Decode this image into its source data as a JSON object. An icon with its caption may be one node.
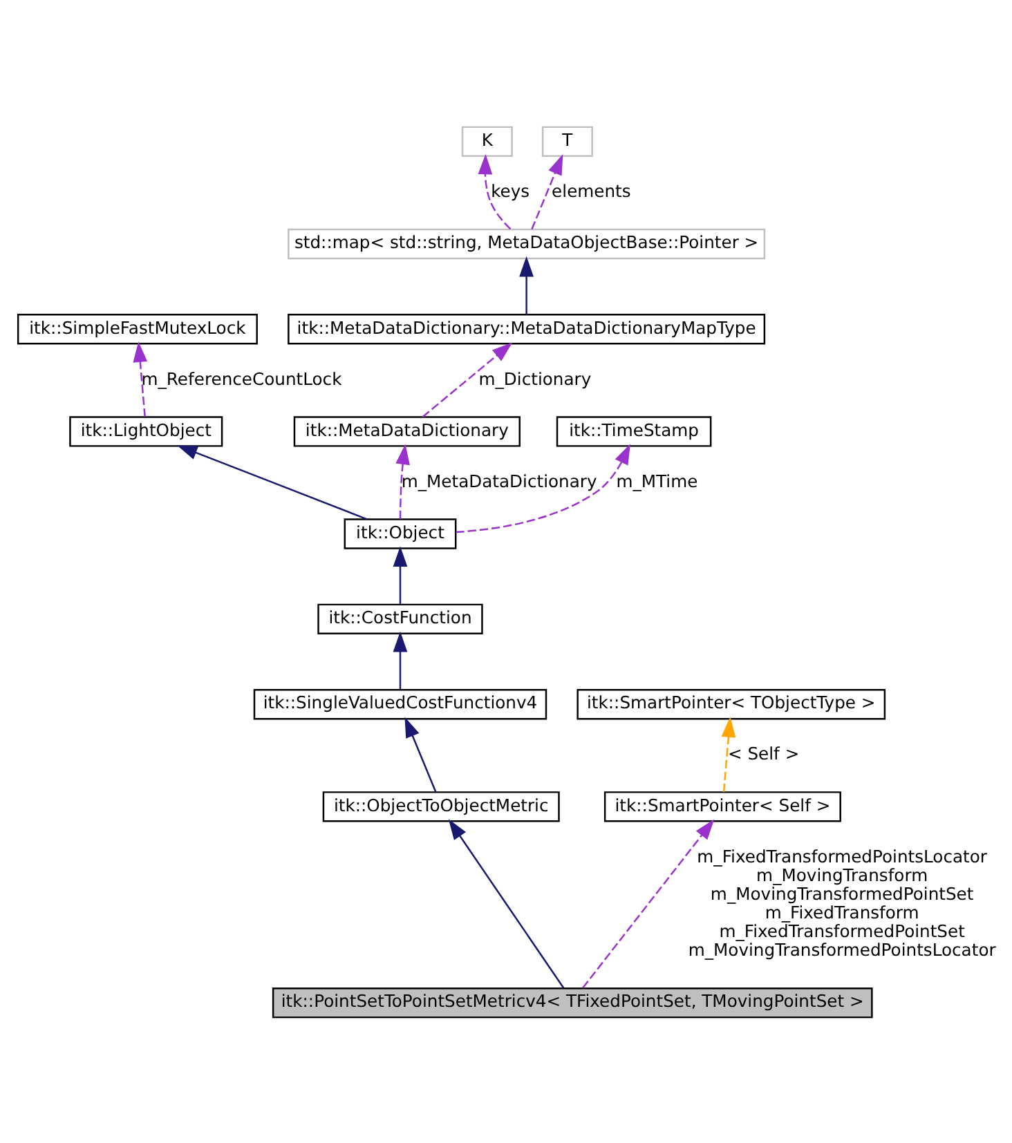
{
  "diagram": {
    "nodes": [
      {
        "text": [
          "K"
        ]
      },
      {
        "text": [
          "T"
        ]
      },
      {
        "text": [
          "std::map< std::string, MetaDataObjectBase::Pointer >"
        ]
      },
      {
        "text": [
          "itk::SimpleFastMutexLock"
        ]
      },
      {
        "text": [
          "itk::MetaDataDictionary::MetaDataDictionaryMapType"
        ]
      },
      {
        "text": [
          "itk::LightObject"
        ]
      },
      {
        "text": [
          "itk::MetaDataDictionary"
        ]
      },
      {
        "text": [
          "itk::TimeStamp"
        ]
      },
      {
        "text": [
          "itk::Object"
        ]
      },
      {
        "text": [
          "itk::CostFunction"
        ]
      },
      {
        "text": [
          "itk::SingleValuedCostFunctionv4"
        ]
      },
      {
        "text": [
          "itk::SmartPointer< TObjectType >"
        ]
      },
      {
        "text": [
          "itk::ObjectToObjectMetric"
        ]
      },
      {
        "text": [
          "itk::SmartPointer< Self >"
        ]
      },
      {
        "text": [
          "itk::PointSetToPointSetMetricv4< TFixedPointSet, TMovingPointSet >"
        ]
      }
    ],
    "edges": [
      {
        "from": 2,
        "to": 0,
        "arrow": "to",
        "label": "keys",
        "style": "dashed"
      },
      {
        "from": 2,
        "to": 1,
        "arrow": "to",
        "label": "elements",
        "style": "dashed"
      },
      {
        "from": 4,
        "to": 2,
        "arrow": "to",
        "color": "#191970"
      },
      {
        "from": 5,
        "to": 3,
        "arrow": "to",
        "label": "m_ReferenceCountLock",
        "style": "dashed"
      },
      {
        "from": 6,
        "to": 4,
        "arrow": "to",
        "label": "m_Dictionary",
        "style": "dashed"
      },
      {
        "from": 8,
        "to": 5,
        "arrow": "to",
        "color": "#191970"
      },
      {
        "from": 8,
        "to": 6,
        "arrow": "to",
        "label": "m_MetaDataDictionary",
        "style": "dashed"
      },
      {
        "from": 8,
        "to": 7,
        "arrow": "to",
        "label": "m_MTime",
        "style": "dashed"
      },
      {
        "from": 9,
        "to": 8,
        "arrow": "to",
        "color": "#191970"
      },
      {
        "from": 10,
        "to": 9,
        "arrow": "to",
        "color": "#191970"
      },
      {
        "from": 12,
        "to": 10,
        "arrow": "to",
        "color": "#191970"
      },
      {
        "from": 13,
        "to": 11,
        "arrow": "to",
        "label": "< Self >",
        "style": "dashed",
        "color": "#ffa500"
      },
      {
        "from": 14,
        "to": 12,
        "arrow": "to",
        "color": "#191970"
      },
      {
        "from": 14,
        "to": 13,
        "arrow": "to",
        "label": "m_FixedTransformedPointsLocator m_MovingTransform m_MovingTransformedPointSet m_FixedTransform m_FixedTransformedPointSet m_MovingTransformedPointsLocator",
        "style": "dashed"
      }
    ]
  }
}
